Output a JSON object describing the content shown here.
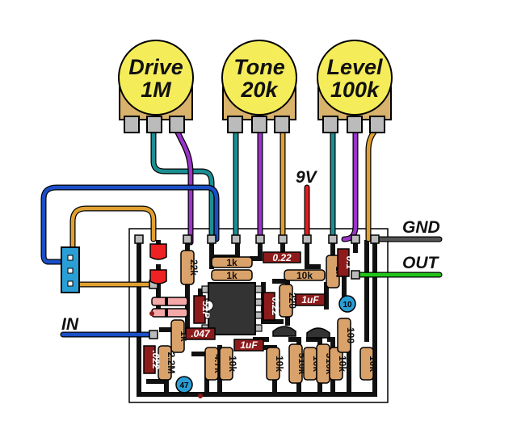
{
  "pots": [
    {
      "name": "Drive",
      "value": "1M"
    },
    {
      "name": "Tone",
      "value": "20k"
    },
    {
      "name": "Level",
      "value": "100k"
    }
  ],
  "labels": {
    "nine_v": "9V",
    "gnd": "GND",
    "out": "OUT",
    "in": "IN"
  },
  "resistors": {
    "r22k": "22k",
    "r1k_a": "1k",
    "r1k_b": "1k",
    "r10k_top": "10k",
    "r220": "220",
    "r1k_right": "1k",
    "r1k_left": "1k",
    "r2_2m": "2.2M",
    "r4_7k": "4.7k",
    "r10k_b1": "10k",
    "r10k_b2": "10k",
    "r510k_a": "510k",
    "r10k_b3": "10k",
    "r510k_b": "510k",
    "r10k_b4": "10k",
    "r100": "100",
    "r10k_b5": "10k"
  },
  "capacitors": {
    "c022_top": "0.22",
    "c01": "0.1",
    "c51p": "51P",
    "c022_mid": "0.22",
    "c1uf_a": "1uF",
    "c047": ".047",
    "c1uf_b": "1uF",
    "c022_left": ".022",
    "ec10": "10",
    "ec47": "47"
  },
  "colors": {
    "pot_yellow": "#f5ec5a",
    "pot_body": "#d9b26b",
    "board": "#ffffff",
    "trace": "#111111",
    "wire_teal": "#1a8f93",
    "wire_purple": "#9b34c9",
    "wire_orange": "#e0a030",
    "wire_blue": "#1b4fc8",
    "wire_red": "#e31e1e",
    "wire_green": "#22c61b",
    "wire_gray": "#555555",
    "resistor": "#d9a26b",
    "cap_red": "#8e1b1b",
    "led_red": "#ee2222",
    "elec_cap": "#2a9fd6"
  }
}
